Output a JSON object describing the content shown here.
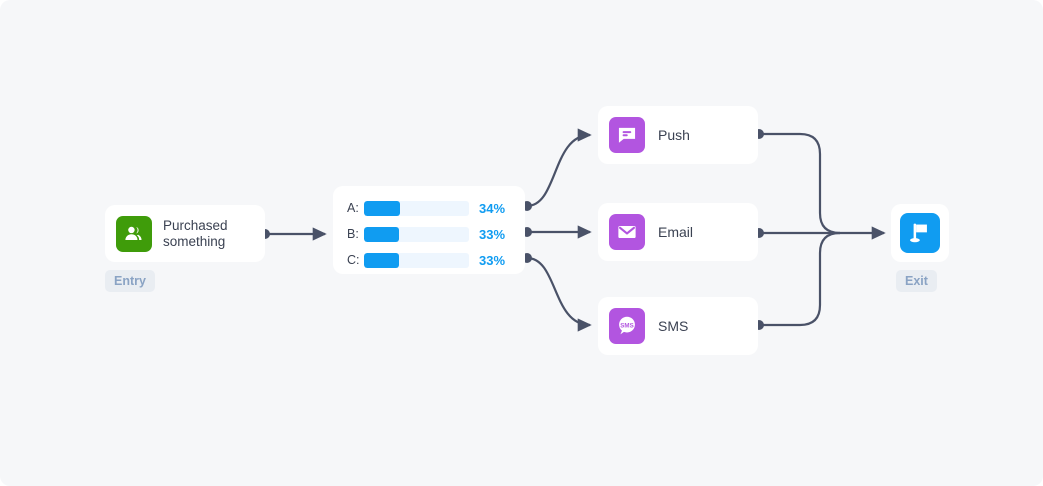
{
  "canvas": {
    "background": "#f6f7f9",
    "accent_blue": "#109cf1",
    "accent_purple": "#b255e0",
    "accent_green": "#3f9c0a",
    "edge_color": "#4a5268"
  },
  "entry": {
    "label": "Purchased\nsomething",
    "icon": "people-icon",
    "badge": "Entry"
  },
  "split": {
    "rows": [
      {
        "key": "A:",
        "percent": "34%",
        "value": 34
      },
      {
        "key": "B:",
        "percent": "33%",
        "value": 33
      },
      {
        "key": "C:",
        "percent": "33%",
        "value": 33
      }
    ]
  },
  "channels": [
    {
      "label": "Push",
      "icon": "chat-bubble-icon"
    },
    {
      "label": "Email",
      "icon": "envelope-icon"
    },
    {
      "label": "SMS",
      "icon": "sms-bubble-icon"
    }
  ],
  "exit": {
    "icon": "flag-icon",
    "badge": "Exit"
  }
}
